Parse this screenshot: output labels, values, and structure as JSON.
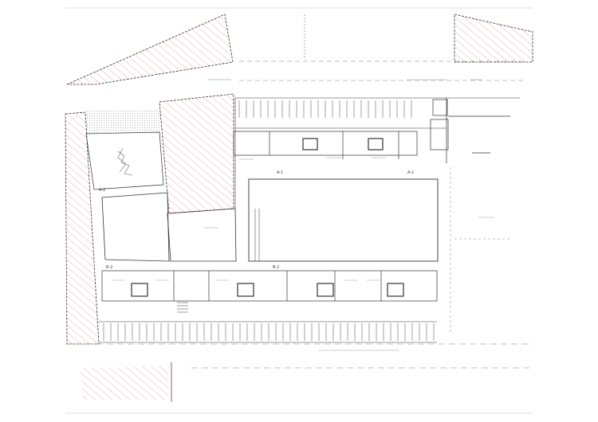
{
  "drawing": {
    "type": "architectural-site-plan",
    "background": "#ffffff",
    "line_color": "#333333",
    "hatch_color": "#e53935",
    "secondary_color": "#888888",
    "accent_green": "#4caf50",
    "room_labels": {
      "b2_left": "B-2",
      "b2_mid": "B-2",
      "a1_left": "A-1",
      "a1_right": "A-1",
      "a2_left": "A-2"
    }
  }
}
